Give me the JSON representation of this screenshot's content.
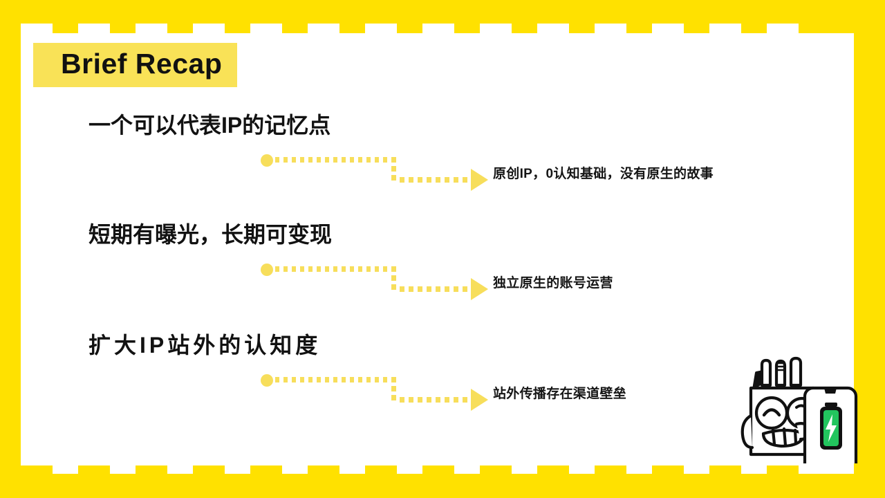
{
  "slide": {
    "title": "Brief Recap",
    "colors": {
      "border_yellow": "#FFE100",
      "title_highlight": "#F9E257",
      "connector_yellow": "#F7DE5B",
      "text_black": "#121212",
      "battery_green": "#22C55E"
    }
  },
  "rows": [
    {
      "heading": "一个可以代表IP的记忆点",
      "detail": "原创IP，0认知基础，没有原生的故事"
    },
    {
      "heading": "短期有曝光，长期可变现",
      "detail": "独立原生的账号运营"
    },
    {
      "heading": "扩大IP站外的认知度",
      "detail": "站外传播存在渠道壁垒"
    }
  ],
  "decoration": {
    "robot_alt": "line-art robot holding phone with charging battery",
    "battery_icon": "lightning-bolt"
  }
}
